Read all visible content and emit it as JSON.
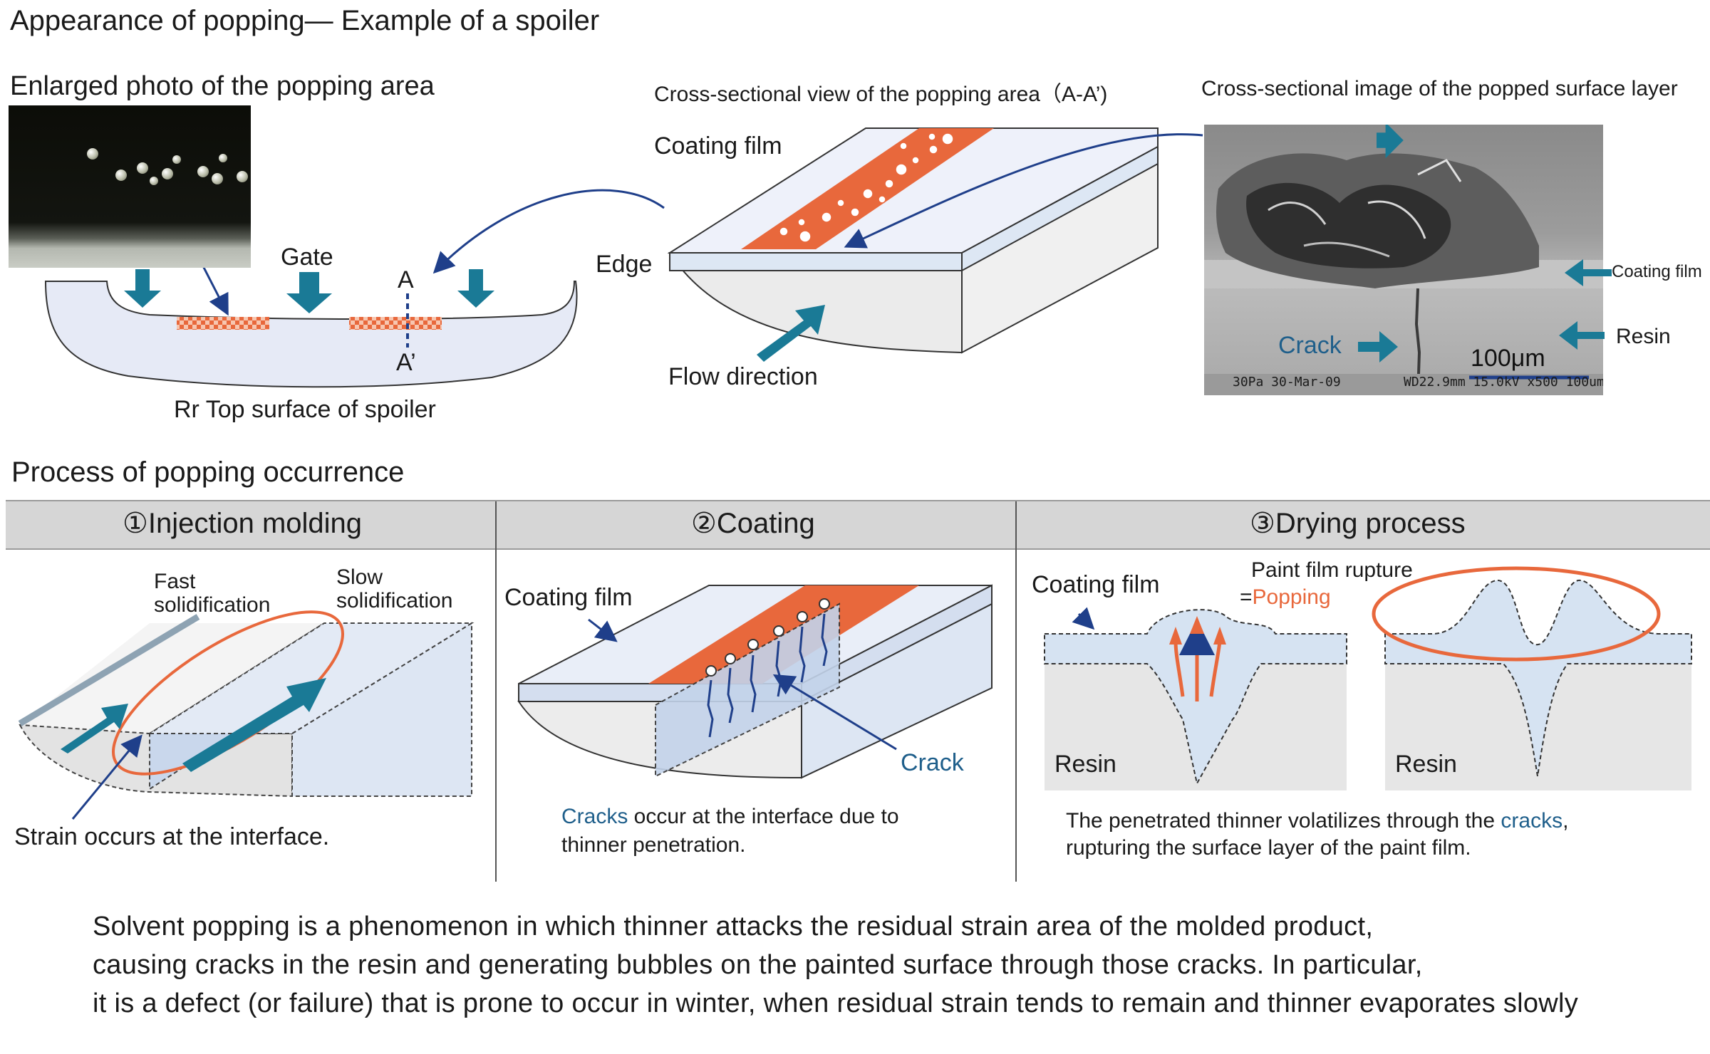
{
  "top_section": {
    "title": "Appearance of popping— Example of a spoiler",
    "photo_caption": "Enlarged photo of the popping area",
    "spoiler": {
      "gate_label": "Gate",
      "point_a": "A",
      "point_a_prime": "A’",
      "caption": "Rr Top surface of spoiler"
    },
    "cross_section": {
      "caption": "Cross-sectional view of the popping area（A-A’)",
      "coating_film_label": "Coating film",
      "edge_label": "Edge",
      "flow_direction_label": "Flow direction"
    },
    "sem_image": {
      "caption": "Cross-sectional image of the popped surface layer",
      "coating_film_label": "Coating film",
      "resin_label": "Resin",
      "crack_label": "Crack",
      "scale_label": "100μm",
      "footer_left": "30Pa 30-Mar-09",
      "footer_right": "WD22.9mm 15.0kV x500  100um"
    }
  },
  "process": {
    "title": "Process of popping occurrence",
    "steps": [
      {
        "title": "①Injection molding",
        "fast_label": "Fast\nsolidification",
        "slow_label": "Slow\nsolidification",
        "caption": "Strain occurs at the interface."
      },
      {
        "title": "②Coating",
        "coating_film_label": "Coating film",
        "crack_label": "Crack",
        "caption_highlight": "Cracks",
        "caption_line1_rest": " occur at the interface due to",
        "caption_line2": "thinner penetration."
      },
      {
        "title": "③Drying process",
        "coating_film_label": "Coating film",
        "rupture_label": "Paint film rupture",
        "popping_prefix": "=",
        "popping_label": "Popping",
        "resin_label_1": "Resin",
        "resin_label_2": "Resin",
        "caption_line1_pre": "The penetrated thinner volatilizes through the ",
        "caption_highlight": "cracks",
        "caption_line1_post": ",",
        "caption_line2": "rupturing the surface layer of the paint film."
      }
    ]
  },
  "summary": {
    "line1": "Solvent popping is a phenomenon in which thinner attacks the residual strain area of the molded product,",
    "line2": "causing cracks in the resin and generating bubbles on the painted surface through those cracks. In particular,",
    "line3": "it is a defect (or failure) that is prone to occur in winter, when residual strain tends to remain and thinner evaporates slowly"
  },
  "colors": {
    "accent_teal": "#1a7a96",
    "arrow_navy": "#1f3f8a",
    "popping_orange": "#e8683c",
    "film_blue": "#dce7f3",
    "resin_gray": "#e6e6e6"
  }
}
